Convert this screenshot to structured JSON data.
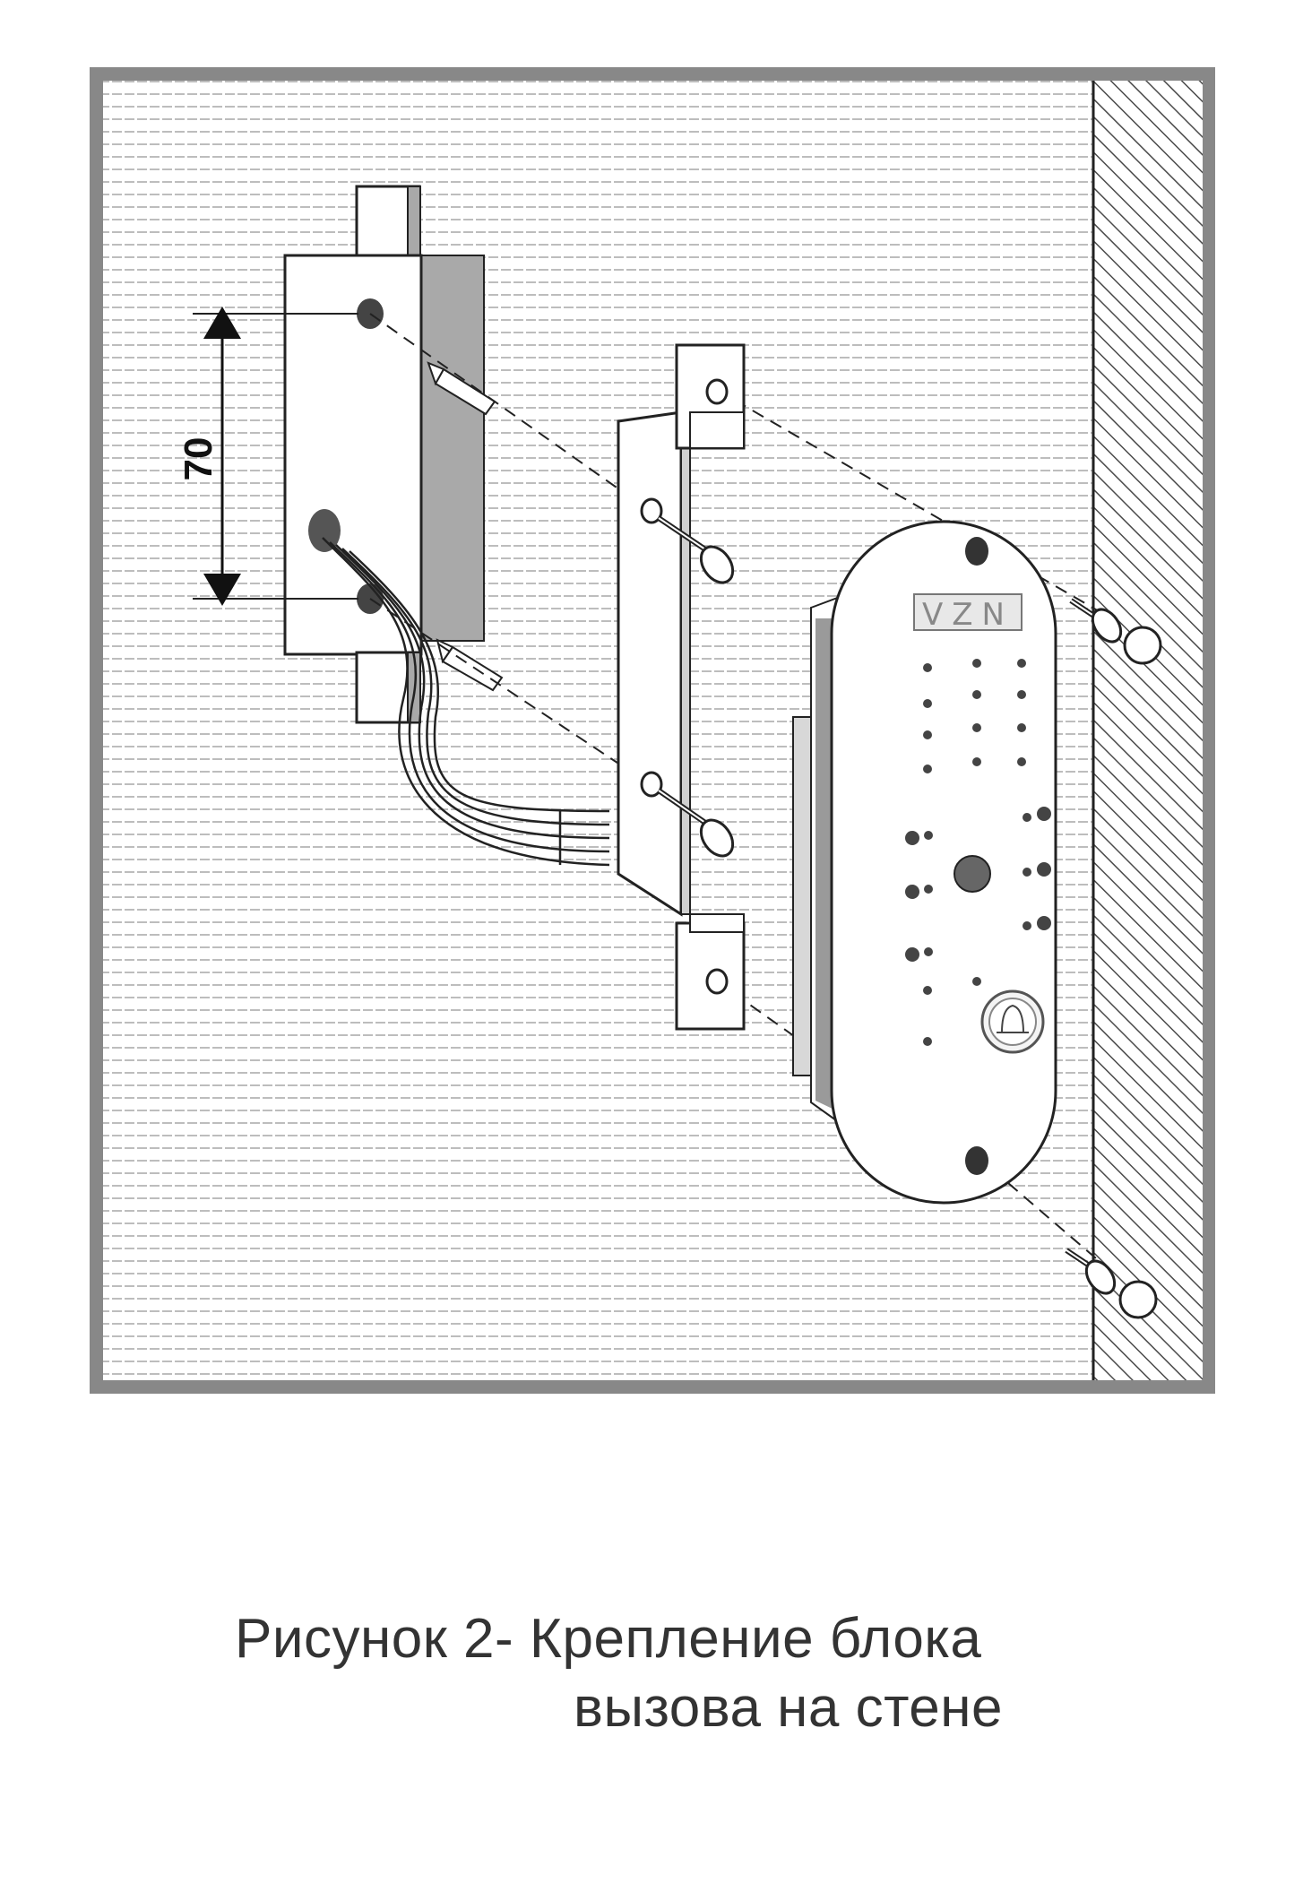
{
  "figure": {
    "dimension_label": "70",
    "panel_logo": "VZN",
    "colors": {
      "frame": "#8a8a8a",
      "wall_lines": "#b8b8b8",
      "hatch": "#555555",
      "part_fill": "#ffffff",
      "part_shadow": "#a8a8a8",
      "outline": "#222222"
    }
  },
  "caption": {
    "line1": "Рисунок 2- Крепление блока",
    "line2": "вызова на стене"
  }
}
